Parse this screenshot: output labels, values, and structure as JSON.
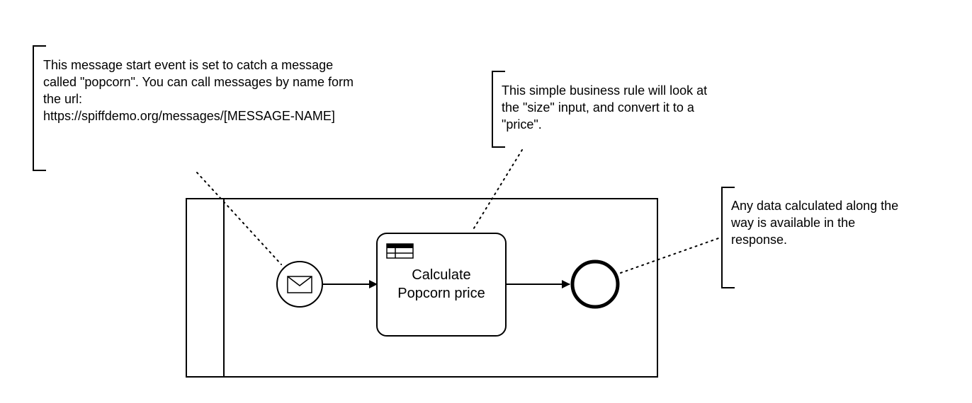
{
  "diagram": {
    "annotations": [
      {
        "text": "This message start event is set to catch a message\ncalled \"popcorn\". You can call messages by name form\nthe url:\nhttps://spiffdemo.org/messages/[MESSAGE-NAME]"
      },
      {
        "text": "This simple business rule will look at\nthe \"size\" input, and convert it to a\n\"price\"."
      },
      {
        "text": "Any data calculated along the\nway is available in the\nresponse."
      }
    ],
    "task": {
      "label": "Calculate\nPopcorn price",
      "icon": "table-icon"
    },
    "start_event": {
      "icon": "envelope-icon"
    },
    "end_event": {
      "icon": "end-event-circle"
    }
  }
}
